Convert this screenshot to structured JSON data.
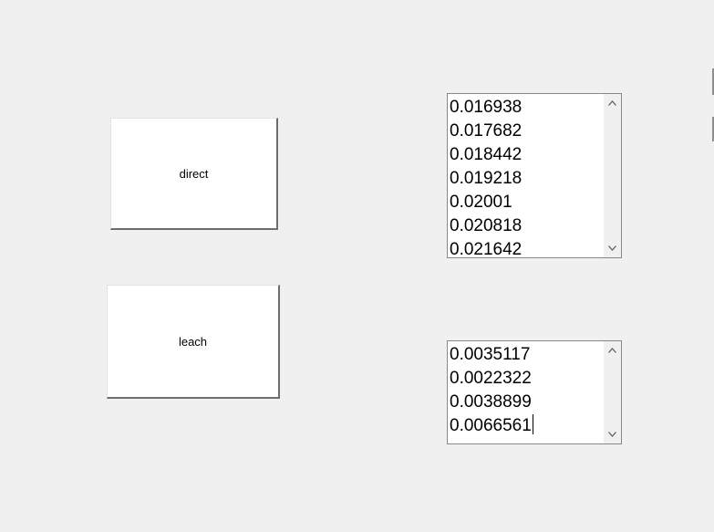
{
  "buttons": {
    "direct_label": "direct",
    "leach_label": "leach"
  },
  "direct_list": {
    "values": [
      "0.016938",
      "0.017682",
      "0.018442",
      "0.019218",
      "0.02001",
      "0.020818",
      "0.021642"
    ]
  },
  "leach_list": {
    "values": [
      "0.0035117",
      "0.0022322",
      "0.0038899",
      "0.0066561"
    ]
  },
  "icons": {
    "scroll_up": "chevron-up-icon",
    "scroll_down": "chevron-down-icon"
  },
  "colors": {
    "background": "#f0f0f0",
    "control_face": "#ffffff",
    "control_border": "#828790"
  }
}
